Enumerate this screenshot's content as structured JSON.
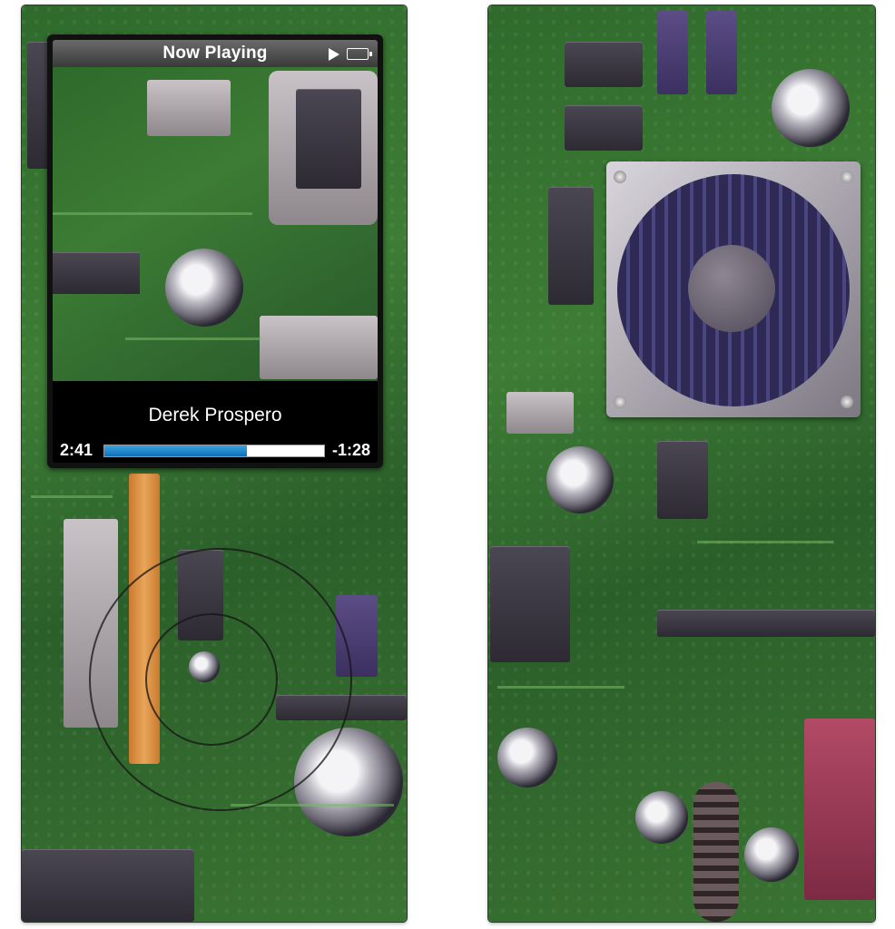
{
  "screen": {
    "title": "Now Playing",
    "artist": "Derek Prospero",
    "elapsed": "2:41",
    "remaining": "-1:28",
    "progress_fraction": 0.65
  },
  "colors": {
    "board_green": "#3d7d35",
    "progress_blue": "#1e8ad0",
    "screen_bg": "#000000"
  }
}
